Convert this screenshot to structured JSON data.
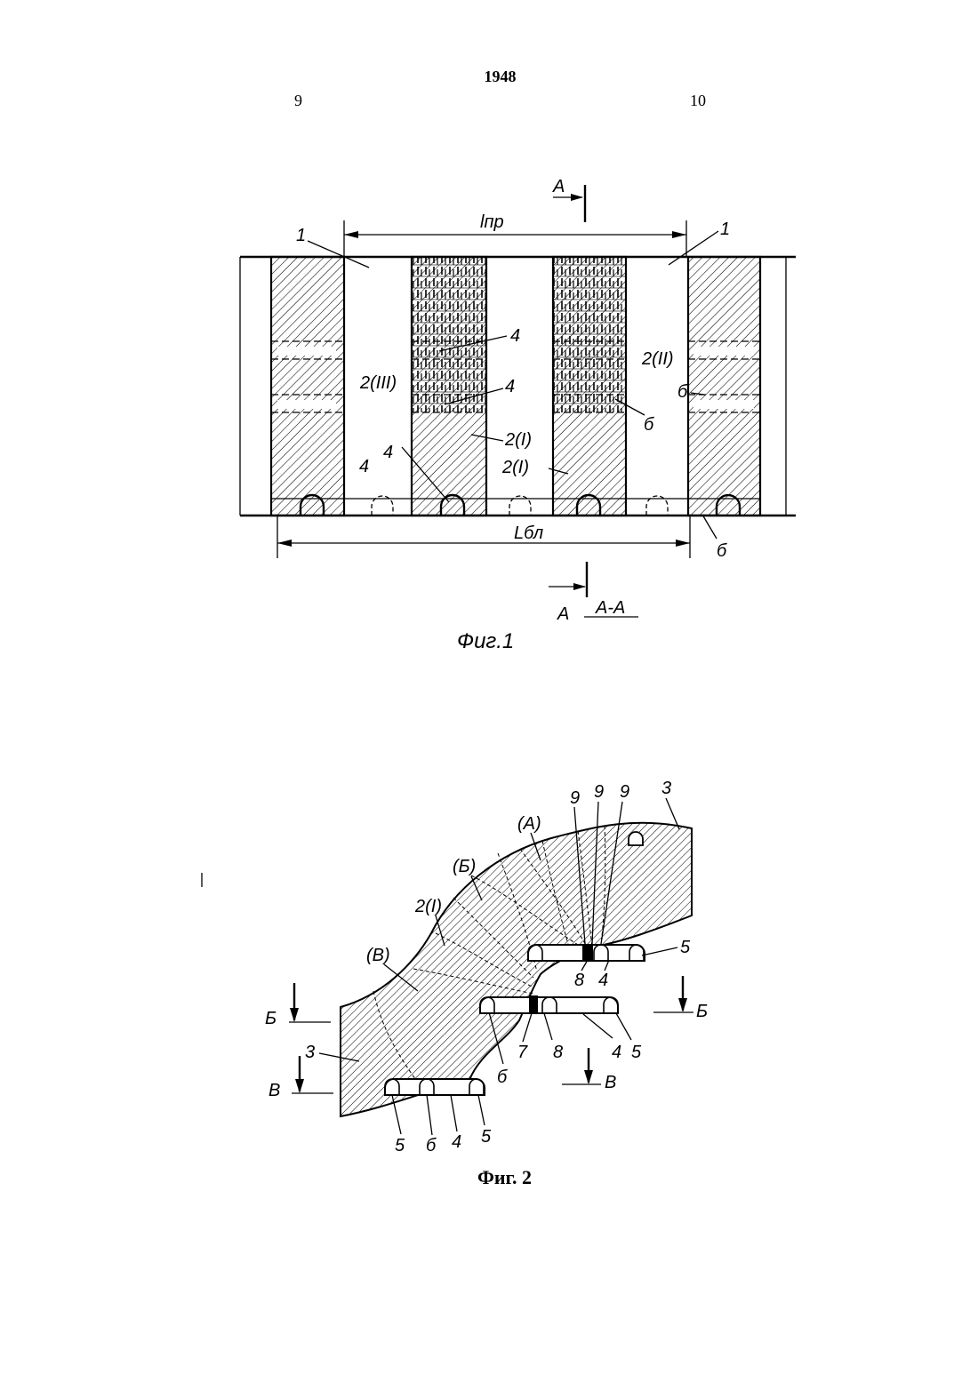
{
  "header": {
    "page_number": "1948",
    "left_column": "9",
    "right_column": "10"
  },
  "figure1": {
    "caption": "Фиг.1",
    "section_mark": "А",
    "section_mark_bottom": "А",
    "section_title": "А-А",
    "dim_top": "lпр",
    "dim_bottom": "Lбл",
    "label_1": "1",
    "label_4": "4",
    "label_6": "б",
    "label_2_I": "2(I)",
    "label_2_II": "2(II)",
    "label_2_III": "2(III)"
  },
  "figure2": {
    "caption": "Фиг. 2",
    "label_A": "(А)",
    "label_B": "(Б)",
    "label_V": "(В)",
    "label_2_I": "2(I)",
    "label_3": "3",
    "label_4": "4",
    "label_5": "5",
    "label_6": "б",
    "label_7": "7",
    "label_8": "8",
    "label_9": "9",
    "section_B": "Б",
    "section_V": "В"
  }
}
